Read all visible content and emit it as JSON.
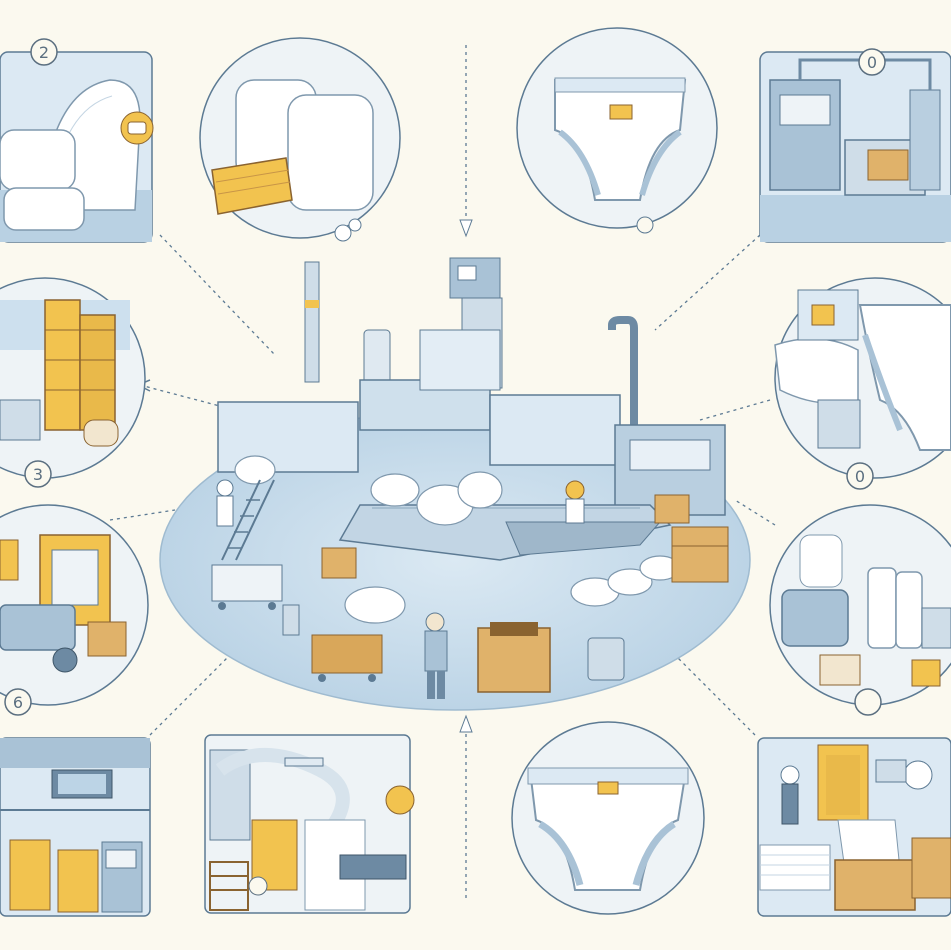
{
  "badges": {
    "top_left_number": "2",
    "left_middle_number": "3",
    "bottom_left_number": "6",
    "right_middle_number": "0",
    "top_right_number": "0"
  },
  "colors": {
    "background": "#fbf9ef",
    "line": "#5c7a93",
    "steel": "#a9c2d6",
    "steel_dark": "#6d8aa3",
    "panel_fill": "#dce9f3",
    "accent_yellow": "#f2c34f",
    "accent_brown": "#c89547",
    "ground": "#cfe1ee",
    "white_product": "#ffffff"
  },
  "panels": [
    {
      "name": "raw-fluff-rolls-panel",
      "icon": "fluff-roll-icon"
    },
    {
      "name": "absorbent-pads-bubble",
      "icon": "absorbent-pad-stack-icon"
    },
    {
      "name": "finished-diaper-top-bubble",
      "icon": "diaper-icon"
    },
    {
      "name": "assembly-line-panel",
      "icon": "machinery-icon"
    },
    {
      "name": "material-storage-bubble",
      "icon": "storage-boxes-icon"
    },
    {
      "name": "diaper-fitting-bubble",
      "icon": "diaper-icon"
    },
    {
      "name": "packaging-machine-bubble",
      "icon": "packaging-icon"
    },
    {
      "name": "roll-processing-bubble",
      "icon": "roll-stack-icon"
    },
    {
      "name": "control-room-panel",
      "icon": "control-panel-icon"
    },
    {
      "name": "pulp-processing-panel",
      "icon": "pulp-tank-icon"
    },
    {
      "name": "finished-diaper-bottom-bubble",
      "icon": "diaper-icon"
    },
    {
      "name": "shipping-panel",
      "icon": "shipping-box-icon"
    }
  ]
}
